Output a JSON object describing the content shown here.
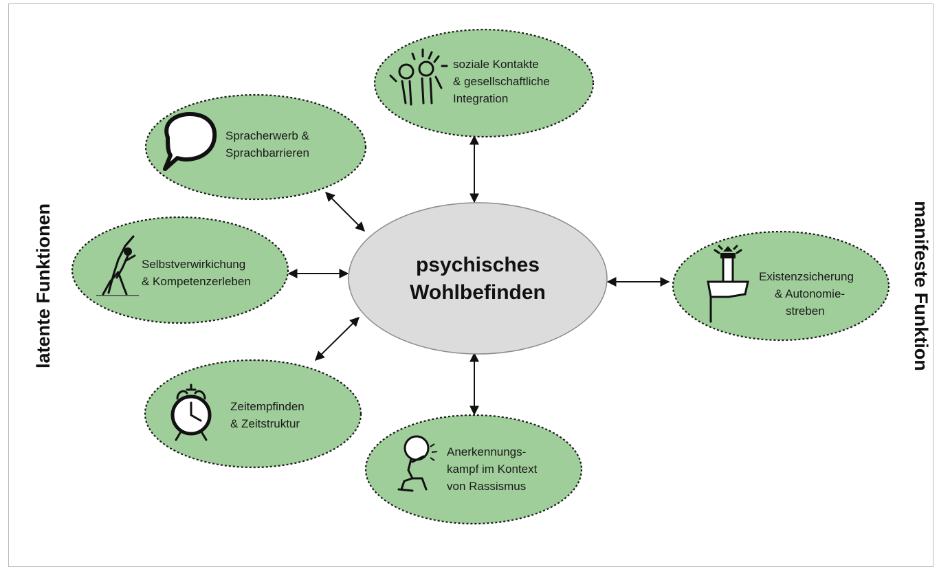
{
  "side_labels": {
    "left": "latente Funktionen",
    "right": "manifeste Funktion"
  },
  "center": {
    "line1": "psychisches",
    "line2": "Wohlbefinden"
  },
  "nodes": {
    "social": {
      "icon": "people-icon",
      "lines": [
        "soziale Kontakte",
        "& gesellschaftliche",
        "Integration"
      ]
    },
    "language": {
      "icon": "speech-bubble-icon",
      "lines": [
        "Spracherwerb &",
        "Sprachbarrieren"
      ]
    },
    "self": {
      "icon": "climber-icon",
      "lines": [
        "Selbstverwirkichung",
        "& Kompetenzerleben"
      ]
    },
    "time": {
      "icon": "alarm-clock-icon",
      "lines": [
        "Zeitempfinden",
        "& Zeitstruktur"
      ]
    },
    "recognition": {
      "icon": "burden-carrier-icon",
      "lines": [
        "Anerkennungs-",
        "kampf im Kontext",
        "von Rassismus"
      ]
    },
    "existence": {
      "icon": "lighthouse-icon",
      "lines": [
        "Existenzsicherung",
        "& Autonomie-",
        "streben"
      ]
    }
  },
  "colors": {
    "bubble_fill": "#9fce9a",
    "center_fill": "#dcdcdc",
    "outline": "#1a1a1a"
  }
}
